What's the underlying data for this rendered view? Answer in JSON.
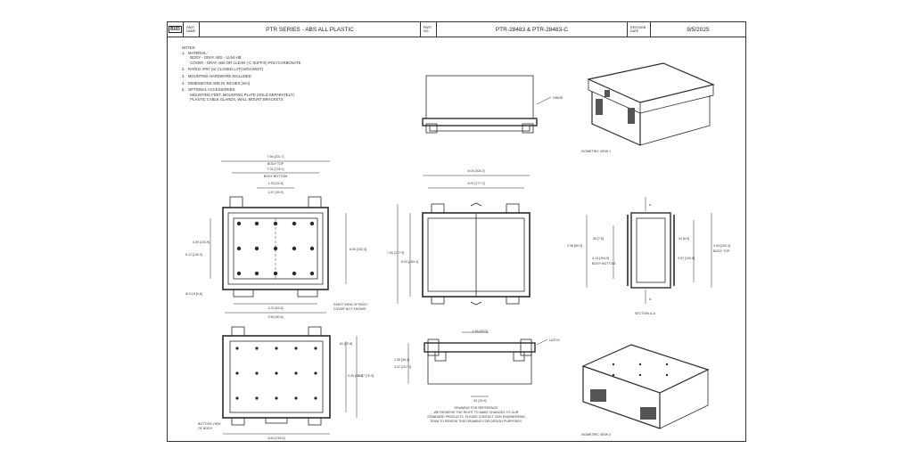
{
  "title_block": {
    "logo_text": "BUD",
    "part_name_label": "PART NAME",
    "part_name": "PTR SERIES - ABS ALL PLASTIC",
    "part_no_label": "PART NO.",
    "part_no": "PTR-28483 & PTR-28483-C",
    "revision_label": "REVISION DATE",
    "revision_date": "9/5/2025"
  },
  "notes": {
    "heading": "NOTES:",
    "items": [
      "1.   MATERIAL:",
      "        BODY - GRAY ABS - UL94-HB",
      "        COVER - GRAY ABS OR CLEAR (-C SUFFIX) POLYCARBONATE",
      "2.   RATED: IP67 (w/ CLOSED LATCH/GASKET)",
      "3.   MOUNTING HARDWARE INCLUDED",
      "4.   DIMENSIONS ARE IN INCHES [mm]",
      "5.   OPTIONAL ACCESSORIES:",
      "        MOUNTING FEET, MOUNTING PLATE (SOLD SEPARATELY)",
      "        PLASTIC CABLE GLANDS, WALL MOUNT BRACKETS"
    ]
  },
  "views": {
    "top_view_label_1": "RIGHT VIEW OF BODY",
    "top_view_label_2": "COVER NOT SHOWN",
    "bottom_view_label_1": "BOTTOM VIEW",
    "bottom_view_label_2": "OF BODY",
    "section_label": "SECTION A-A",
    "iso1_label": "ISOMETRIC VIEW 1",
    "iso2_label": "ISOMETRIC VIEW 2",
    "hinge_label": "HINGE",
    "latch_label": "LATCH",
    "disclaimer": [
      "DRAWING FOR REFERENCE",
      "WE RESERVE THE RIGHT TO MAKE CHANGES TO OUR",
      "STANDARD PRODUCTS. PLEASE CONTACT OUR ENGINEERING",
      "TEAM TO REVIEW THIS DRAWING FOR DESIGN PURPOSES."
    ]
  },
  "dimensions": {
    "overall_width": "7.94 [201.7]",
    "body_top": "BODY TOP",
    "inner_width": "7.01 [178.1]",
    "body_bottom": "BODY BOTTOM",
    "width_a": "1.25 [31.8]",
    "width_b": "1.57 [39.9]",
    "height_a": "4.09 [103.9]",
    "height_b": "5.12 [130.0]",
    "height_c": "6.00 [152.4]",
    "depth_a": "3.22 [81.8]",
    "depth_b": "3.56 [90.5]",
    "mount_dia": "Ø 0.18 [4.6]",
    "front_width": "8.04 [204.2]",
    "front_inner": "6.97 [177.0]",
    "front_height": "7.00 [177.9]",
    "front_height_inner": "6.04 [153.4]",
    "side_h1": "2.36 [60.0]",
    "side_h2": "4.13 [104.9]",
    "side_h3": "3.97 [100.8]",
    "side_h4": "3.94 [100.2]",
    "side_t1": ".30 [7.6]",
    "side_t2": ".34 [8.5]",
    "bottom_w": "8.60 [218.5]",
    "bottom_h": "2.30 [58.4]",
    "bottom_h2": "2.77 [70.3]",
    "side_bot_w": "1.26 [32.0]",
    "side_bot_h": "1.39 [35.2]",
    "side_bot_h2": "4.22 [107.2]",
    "side_bot_d": ".81 [20.6]",
    "body_bottom_label": "BODY BOTTOM",
    "body_top_label": "BODY TOP",
    "section_mark": "A"
  }
}
